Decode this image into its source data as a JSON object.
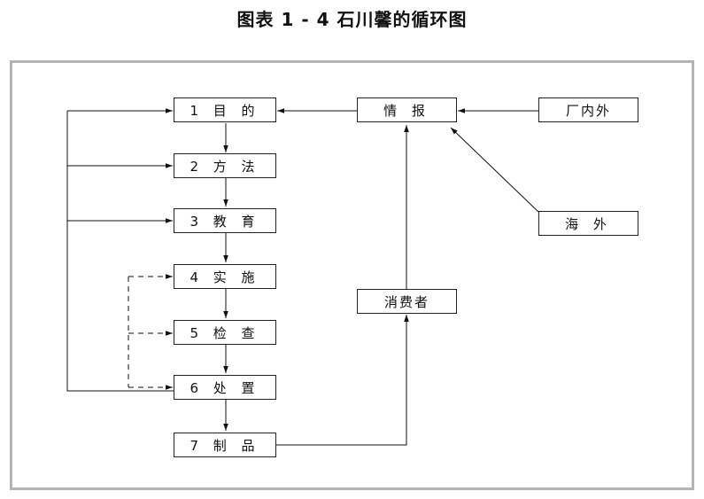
{
  "title": "图表 1 - 4  石川馨的循环图",
  "boxes": {
    "purpose": "1 目 的",
    "method": "2 方 法",
    "education": "3 教 育",
    "implement": "4 实 施",
    "inspect": "5 检 查",
    "handle": "6 处 置",
    "product": "7 制 品",
    "info": "情 报",
    "factory": "厂内外",
    "overseas": "海 外",
    "consumer": "消费者"
  }
}
